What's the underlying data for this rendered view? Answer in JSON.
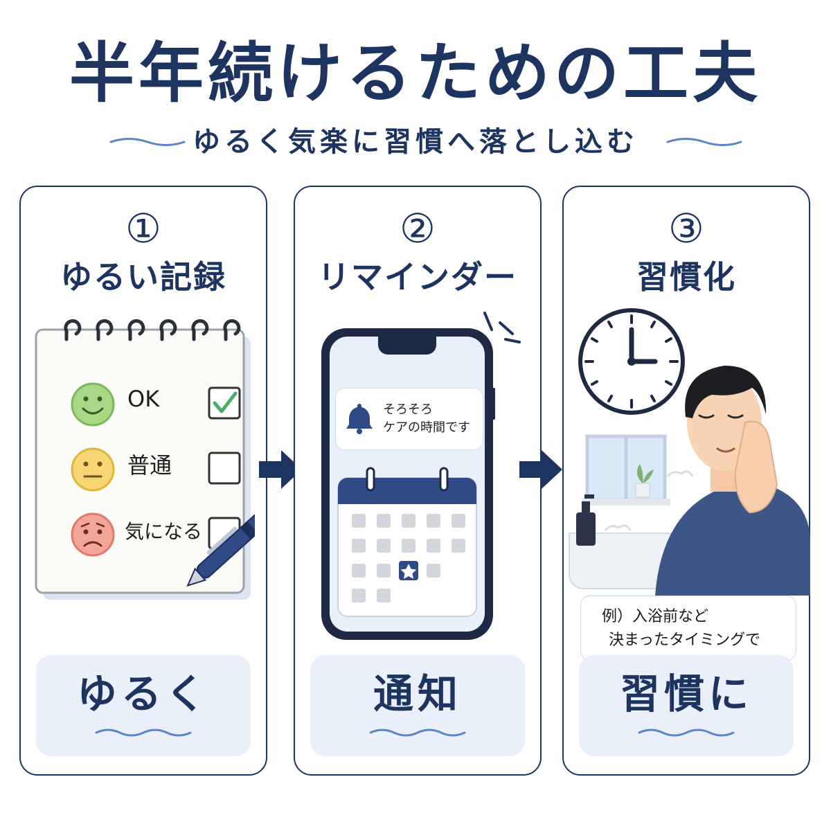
{
  "title": "半年続けるための工夫",
  "subtitle": "ゆるく気楽に習慣へ落とし込む",
  "colors": {
    "navy": "#1d3461",
    "light_blue_bg": "#eaf0f9",
    "wave": "#5b86c2",
    "green_face": "#8fcf6a",
    "yellow_face": "#f3c94d",
    "red_face": "#ee8b7c"
  },
  "panels": [
    {
      "number": "①",
      "heading": "ゆるい記録",
      "icon": "notebook-icon",
      "rows": [
        {
          "label": "OK",
          "mood": "smile-face-icon",
          "checked": true
        },
        {
          "label": "普通",
          "mood": "neutral-face-icon",
          "checked": false
        },
        {
          "label": "気になる",
          "mood": "worried-face-icon",
          "checked": false
        }
      ],
      "keyword": "ゆるく"
    },
    {
      "number": "②",
      "heading": "リマインダー",
      "icon": "smartphone-icon",
      "notification": {
        "line1": "そろそろ",
        "line2": "ケアの時間です",
        "icon": "bell-icon"
      },
      "calendar_icon": "calendar-star-icon",
      "keyword": "通知"
    },
    {
      "number": "③",
      "heading": "習慣化",
      "icon": "clock-icon",
      "example": {
        "line1": "例）入浴前など",
        "line2": "決まったタイミングで"
      },
      "keyword": "習慣に"
    }
  ]
}
